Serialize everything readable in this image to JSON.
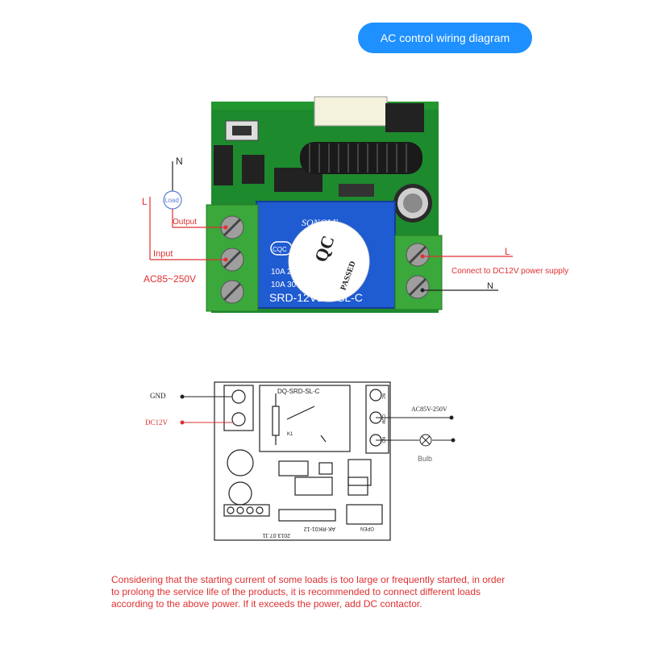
{
  "title": "AC control wiring diagram",
  "top_diagram": {
    "n_left": "N",
    "l_left": "L",
    "load": "Load",
    "output": "Output",
    "input": "Input",
    "ac_range": "AC85~250V",
    "l_right": "L",
    "n_right": "N",
    "dc_supply": "Connect to DC12V power supply",
    "relay_brand": "SONGLE",
    "relay_spec1": "10A 250VAC  15A 125VAC",
    "relay_spec2": "10A 30VDC  10A 28VDC",
    "relay_model": "SRD-12VDC-SL-C",
    "qc_text": "QC",
    "qc_passed": "PASSED",
    "cqc": "CQC"
  },
  "bottom_diagram": {
    "gnd": "GND",
    "dc12v": "DC12V",
    "ac_range": "AC85V-250V",
    "bulb": "Bulb",
    "relay_label": "DQ-SRD-SL-C",
    "k1": "K1",
    "nc": "NC",
    "com": "COM",
    "no": "NO",
    "board_id": "AK-RK01-12",
    "date": "2013.07.11",
    "open": "OPEN"
  },
  "note": "Considering that the starting current of some loads is too large or frequently started, in order to prolong the service life of the products, it is recommended to connect different loads according to the above power. If it exceeds the power, add DC contactor.",
  "colors": {
    "accent": "#1e90ff",
    "wire_red": "#e03030",
    "pcb_green": "#1e8a2e",
    "relay_blue": "#1f5bd1",
    "terminal_green": "#3aa83a"
  }
}
